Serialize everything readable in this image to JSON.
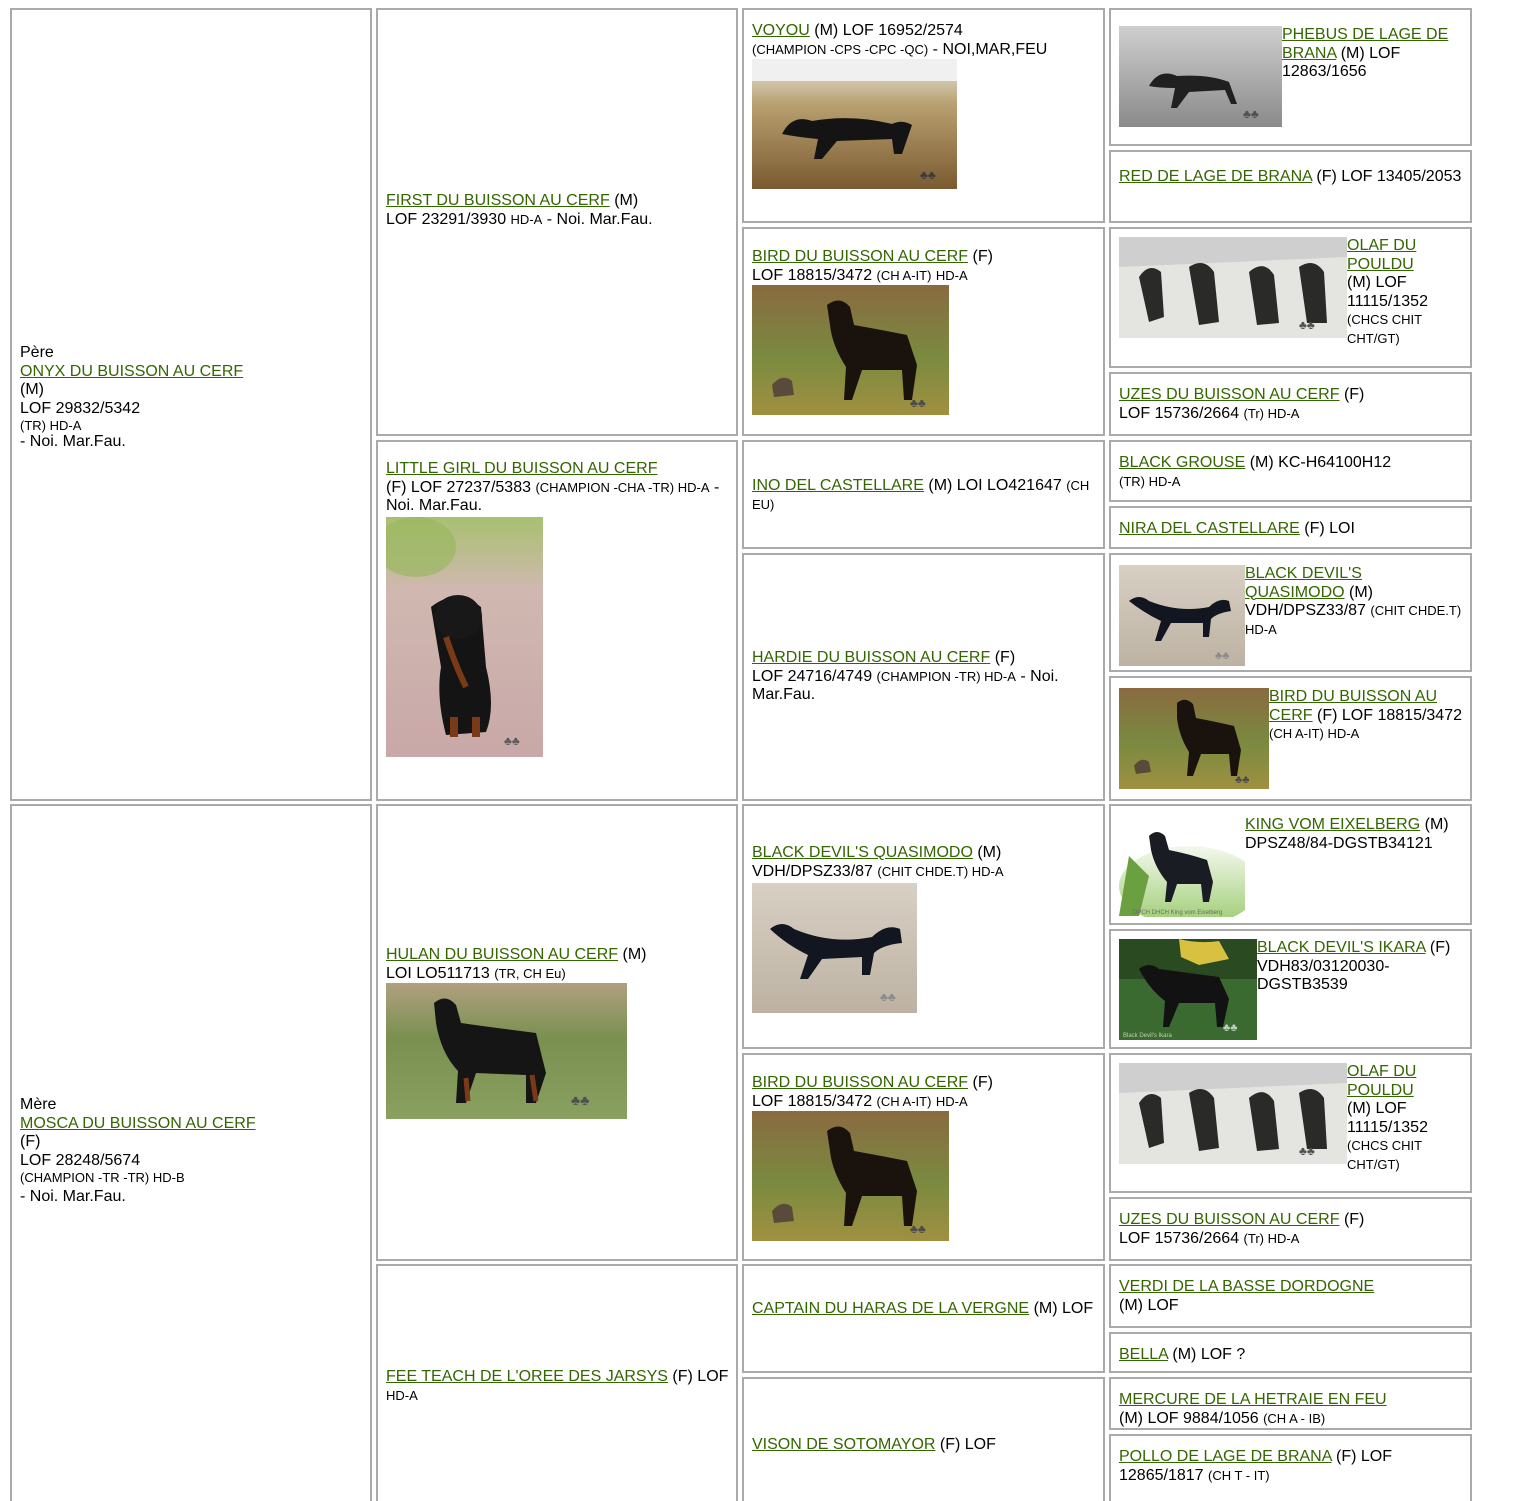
{
  "colors": {
    "link": "#336600",
    "border": "#aaaaaa",
    "background": "#ffffff"
  },
  "father": {
    "role": "Père",
    "name": "ONYX DU BUISSON AU CERF",
    "sex": "(M)",
    "reg": "LOF 29832/5342",
    "titles": "(TR) HD-A",
    "color": "- Noi. Mar.Fau.",
    "sire": {
      "name": "FIRST DU BUISSON AU CERF",
      "sex": "(M)",
      "reg": "LOF 23291/3930",
      "titles": "HD-A",
      "color": "- Noi. Mar.Fau.",
      "sire": {
        "name": "VOYOU",
        "sex": "(M)",
        "reg": "LOF 16952/2574",
        "titles": "(CHAMPION -CPS -CPC -QC)",
        "color": "- NOI,MAR,FEU",
        "sire": {
          "name": "PHEBUS DE LAGE DE BRANA",
          "sex": "(M)",
          "reg": "LOF 12863/1656"
        },
        "dam": {
          "name": "RED DE LAGE DE BRANA",
          "sex": "(F)",
          "reg": "LOF 13405/2053"
        }
      },
      "dam": {
        "name": "BIRD DU BUISSON AU CERF",
        "sex": "(F)",
        "reg": "LOF 18815/3472",
        "titles": "(CH A-IT)",
        "hd": "HD-A",
        "sire": {
          "name": "OLAF DU POULDU",
          "sex": "(M)",
          "reg": "LOF 11115/1352",
          "titles": "(CHCS CHIT CHT/GT)"
        },
        "dam": {
          "name": "UZES DU BUISSON AU CERF",
          "sex": "(F)",
          "reg": "LOF 15736/2664",
          "titles": "(Tr) HD-A"
        }
      }
    },
    "dam": {
      "name": "LITTLE GIRL DU BUISSON AU CERF",
      "sex": "(F)",
      "reg": "LOF 27237/5383",
      "titles": "(CHAMPION -CHA -TR) HD-A",
      "color": "- Noi. Mar.Fau.",
      "sire": {
        "name": "INO DEL CASTELLARE",
        "sex": "(M)",
        "reg": "LOI LO421647",
        "titles": "(CH EU)",
        "sire": {
          "name": "BLACK GROUSE",
          "sex": "(M)",
          "reg": "KC-H64100H12",
          "titles": "(TR) HD-A"
        },
        "dam": {
          "name": "NIRA DEL CASTELLARE",
          "sex": "(F)",
          "reg": "LOI"
        }
      },
      "dam": {
        "name": "HARDIE DU BUISSON AU CERF",
        "sex": "(F)",
        "reg": "LOF 24716/4749",
        "titles": "(CHAMPION -TR) HD-A",
        "color": "- Noi. Mar.Fau.",
        "sire": {
          "name": "BLACK DEVIL'S QUASIMODO",
          "sex": "(M)",
          "reg": "VDH/DPSZ33/87",
          "titles": "(CHIT CHDE.T) HD-A"
        },
        "dam": {
          "name": "BIRD DU BUISSON AU CERF",
          "sex": "(F)",
          "reg": "LOF 18815/3472",
          "titles": "(CH A-IT) HD-A"
        }
      }
    }
  },
  "mother": {
    "role": "Mère",
    "name": "MOSCA DU BUISSON AU CERF",
    "sex": "(F)",
    "reg": "LOF 28248/5674",
    "titles": "(CHAMPION -TR -TR) HD-B",
    "color": "- Noi. Mar.Fau.",
    "sire": {
      "name": "HULAN DU BUISSON AU CERF",
      "sex": "(M)",
      "reg": "LOI LO511713",
      "titles": "(TR, CH Eu)",
      "sire": {
        "name": "BLACK DEVIL'S QUASIMODO",
        "sex": "(M)",
        "reg": "VDH/DPSZ33/87",
        "titles": "(CHIT CHDE.T) HD-A",
        "sire": {
          "name": "KING VOM EIXELBERG",
          "sex": "(M)",
          "reg": "DPSZ48/84-DGSTB34121"
        },
        "dam": {
          "name": "BLACK DEVIL'S IKARA",
          "sex": "(F)",
          "reg": "VDH83/03120030-DGSTB3539"
        }
      },
      "dam": {
        "name": "BIRD DU BUISSON AU CERF",
        "sex": "(F)",
        "reg": "LOF 18815/3472",
        "titles": "(CH A-IT)",
        "hd": "HD-A",
        "sire": {
          "name": "OLAF DU POULDU",
          "sex": "(M)",
          "reg": "LOF 11115/1352",
          "titles": "(CHCS CHIT CHT/GT)"
        },
        "dam": {
          "name": "UZES DU BUISSON AU CERF",
          "sex": "(F)",
          "reg": "LOF 15736/2664",
          "titles": "(Tr) HD-A"
        }
      }
    },
    "dam": {
      "name": "FEE TEACH DE L'OREE DES JARSYS",
      "sex": "(F)",
      "reg": "LOF",
      "titles": "HD-A",
      "sire": {
        "name": "CAPTAIN DU HARAS DE LA VERGNE",
        "sex": "(M)",
        "reg": "LOF",
        "sire": {
          "name": "VERDI DE LA BASSE DORDOGNE",
          "sex": "(M)",
          "reg": "LOF"
        },
        "dam": {
          "name": "BELLA",
          "sex": "(M)",
          "reg": "LOF ?"
        }
      },
      "dam": {
        "name": "VISON DE SOTOMAYOR",
        "sex": "(F)",
        "reg": "LOF",
        "sire": {
          "name": "MERCURE DE LA HETRAIE EN FEU",
          "sex": "(M)",
          "reg": "LOF 9884/1056",
          "titles": "(CH A - IB)"
        },
        "dam": {
          "name": "POLLO DE LAGE DE BRANA",
          "sex": "(F)",
          "reg": "LOF",
          "reg2": "12865/1817",
          "titles": "(CH T - IT)"
        }
      }
    }
  }
}
